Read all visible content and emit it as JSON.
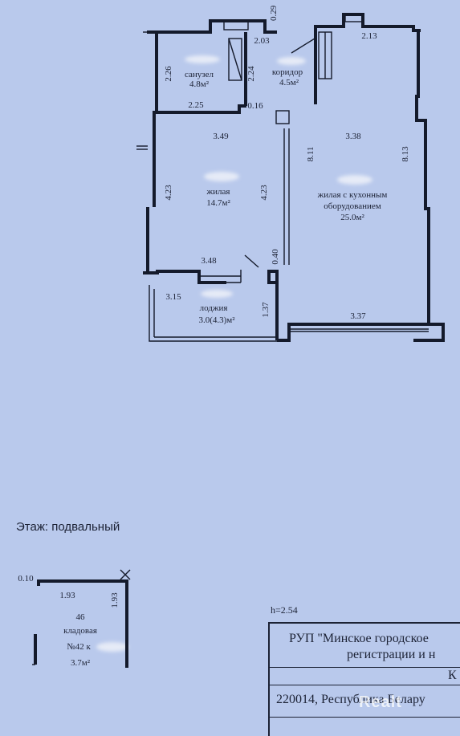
{
  "rooms": {
    "bathroom": {
      "name": "санузел",
      "area": "4.8м²"
    },
    "corridor": {
      "name": "коридор",
      "area": "4.5м²"
    },
    "living1": {
      "name": "жилая",
      "area": "14.7м²"
    },
    "living2": {
      "name_line1": "жилая с кухонным",
      "name_line2": "оборудованием",
      "area": "25.0м²"
    },
    "loggia": {
      "name": "лоджия",
      "area": "3.0(4.3)м²"
    },
    "storage": {
      "number": "46",
      "name": "кладовая",
      "number_label": "№42 к",
      "area": "3.7м²"
    }
  },
  "dimensions": {
    "d029": "0.29",
    "d203": "2.03",
    "d213": "2.13",
    "d226": "2.26",
    "d224": "2.24",
    "d225": "2.25",
    "d016": "0.16",
    "d349": "3.49",
    "d338": "3.38",
    "d811": "8.11",
    "d813": "8.13",
    "d423a": "4.23",
    "d423b": "4.23",
    "d348": "3.48",
    "d040": "0.40",
    "d315": "3.15",
    "d137": "1.37",
    "d337": "3.37",
    "s010": "0.10",
    "s193a": "1.93",
    "s193b": "1.93"
  },
  "floor_label": "Этаж: подвальный",
  "height_note": "h=2.54",
  "stamp": {
    "line1": "РУП \"Минское городское",
    "line2": "регистрации и н",
    "line3": "К",
    "line4": "220014, Республика Белару"
  },
  "watermark": "Realt"
}
